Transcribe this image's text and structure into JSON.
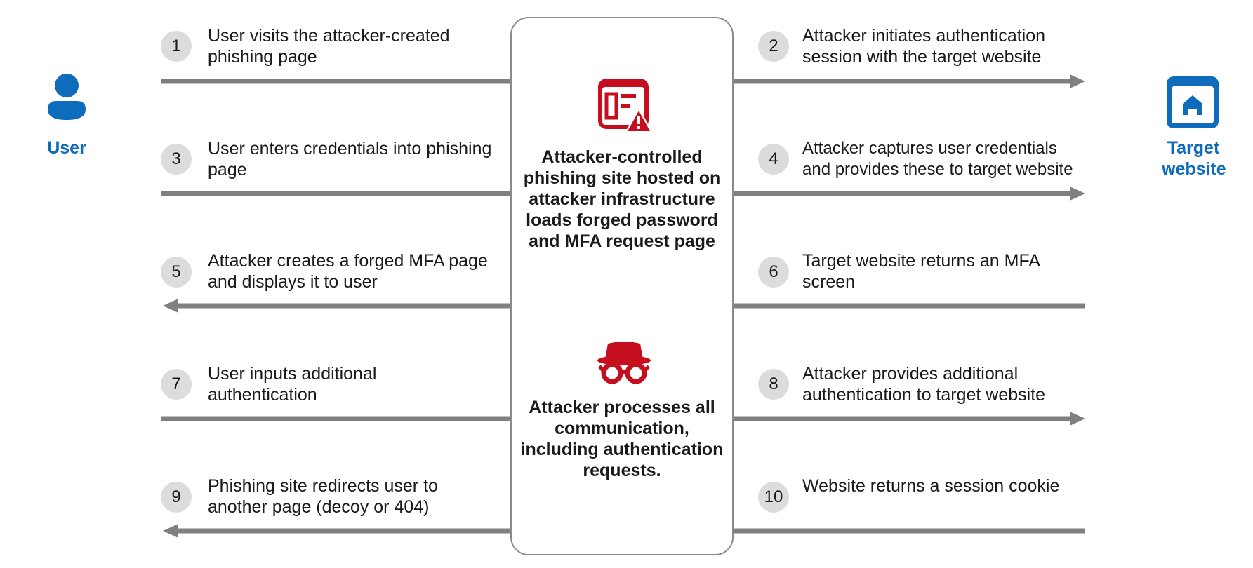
{
  "user_label": "User",
  "target_label": "Target website",
  "center": {
    "site_text": "Attacker-controlled phishing site hosted on attacker infrastructure loads forged password and MFA request page",
    "attacker_text": "Attacker processes all communication, including authentication requests."
  },
  "steps_left": [
    {
      "num": "1",
      "text_lines": [
        "User visits the attacker-created",
        "phishing page"
      ],
      "direction": "right"
    },
    {
      "num": "3",
      "text_lines": [
        "User enters credentials into phishing",
        "page"
      ],
      "direction": "right"
    },
    {
      "num": "5",
      "text_lines": [
        "Attacker creates a forged MFA page",
        "and displays it to user"
      ],
      "direction": "left"
    },
    {
      "num": "7",
      "text_lines": [
        "User inputs additional",
        "authentication"
      ],
      "direction": "right"
    },
    {
      "num": "9",
      "text_lines": [
        "Phishing site redirects user to",
        "another page (decoy or 404)"
      ],
      "direction": "left"
    }
  ],
  "steps_right": [
    {
      "num": "2",
      "text_lines": [
        "Attacker initiates authentication",
        "session with the target website"
      ],
      "direction": "right"
    },
    {
      "num": "4",
      "text_lines": [
        "Attacker captures user credentials",
        "and provides these to target website"
      ],
      "direction": "right"
    },
    {
      "num": "6",
      "text_lines": [
        "Target website returns an MFA",
        "screen"
      ],
      "direction": "left"
    },
    {
      "num": "8",
      "text_lines": [
        "Attacker provides additional",
        "authentication to target website"
      ],
      "direction": "right"
    },
    {
      "num": "10",
      "text_lines": [
        "Website returns a session cookie"
      ],
      "direction": "left"
    }
  ],
  "colors": {
    "accent": "#0f6cbd",
    "danger": "#c50f1f",
    "arrow": "#808080",
    "badge": "#dcdcdc"
  },
  "icons": {
    "user": "person-icon",
    "target": "website-home-icon",
    "site": "webpage-warning-icon",
    "attacker": "spy-icon"
  }
}
